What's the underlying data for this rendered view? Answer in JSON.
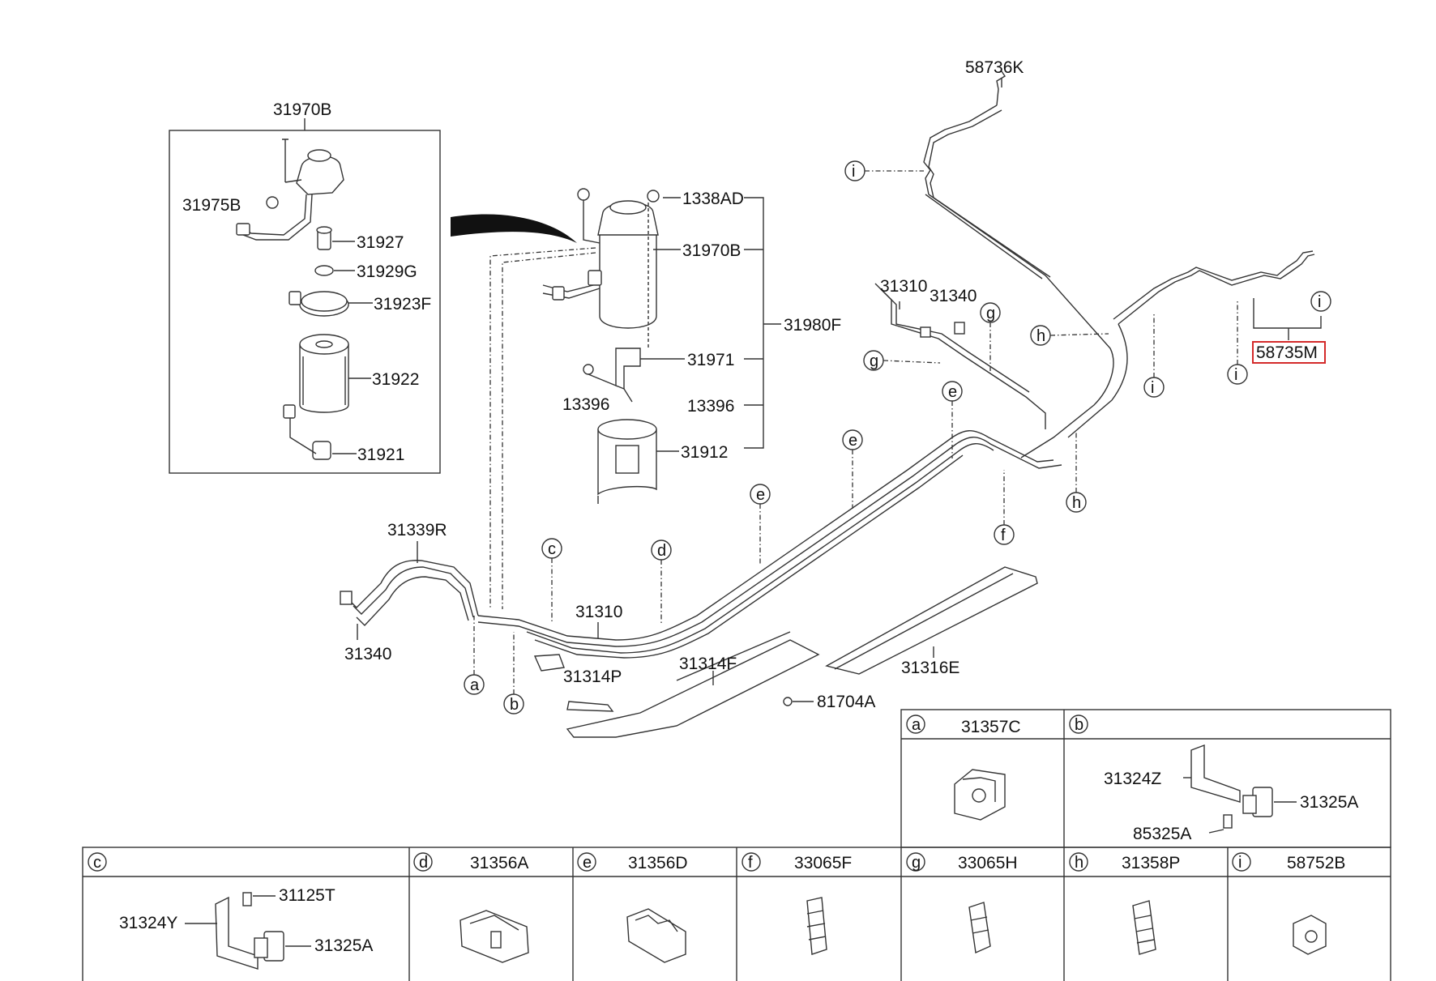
{
  "parts": {
    "p31970B_top": "31970B",
    "p31975B": "31975B",
    "p31927": "31927",
    "p31929G": "31929G",
    "p31923F": "31923F",
    "p31922": "31922",
    "p31921": "31921",
    "p1338AD": "1338AD",
    "p31970B_mid": "31970B",
    "p31980F": "31980F",
    "p31971": "31971",
    "p13396_a": "13396",
    "p13396_b": "13396",
    "p31912": "31912",
    "p58736K": "58736K",
    "p31310_top": "31310",
    "p31340_top": "31340",
    "p58735M": "58735M",
    "p31339R": "31339R",
    "p31340_left": "31340",
    "p31310_mid": "31310",
    "p31314P": "31314P",
    "p31314F": "31314F",
    "p81704A": "81704A",
    "p31316E": "31316E"
  },
  "callouts": {
    "i1": "i",
    "i2": "i",
    "i3": "i",
    "i4": "i",
    "h1": "h",
    "h2": "h",
    "g1": "g",
    "g2": "g",
    "e1": "e",
    "e2": "e",
    "e3": "e",
    "f1": "f",
    "c1": "c",
    "d1": "d",
    "a1": "a",
    "b1": "b"
  },
  "legend": {
    "a": {
      "letter": "a",
      "part": "31357C"
    },
    "b": {
      "letter": "b",
      "parts": [
        "31324Z",
        "31325A",
        "85325A"
      ]
    },
    "c": {
      "letter": "c",
      "parts": [
        "31125T",
        "31324Y",
        "31325A"
      ]
    },
    "d": {
      "letter": "d",
      "part": "31356A"
    },
    "e": {
      "letter": "e",
      "part": "31356D"
    },
    "f": {
      "letter": "f",
      "part": "33065F"
    },
    "g": {
      "letter": "g",
      "part": "33065H"
    },
    "h": {
      "letter": "h",
      "part": "31358P"
    },
    "i": {
      "letter": "i",
      "part": "58752B"
    }
  },
  "colors": {
    "highlight": "#d42a2a",
    "line": "#333333"
  }
}
